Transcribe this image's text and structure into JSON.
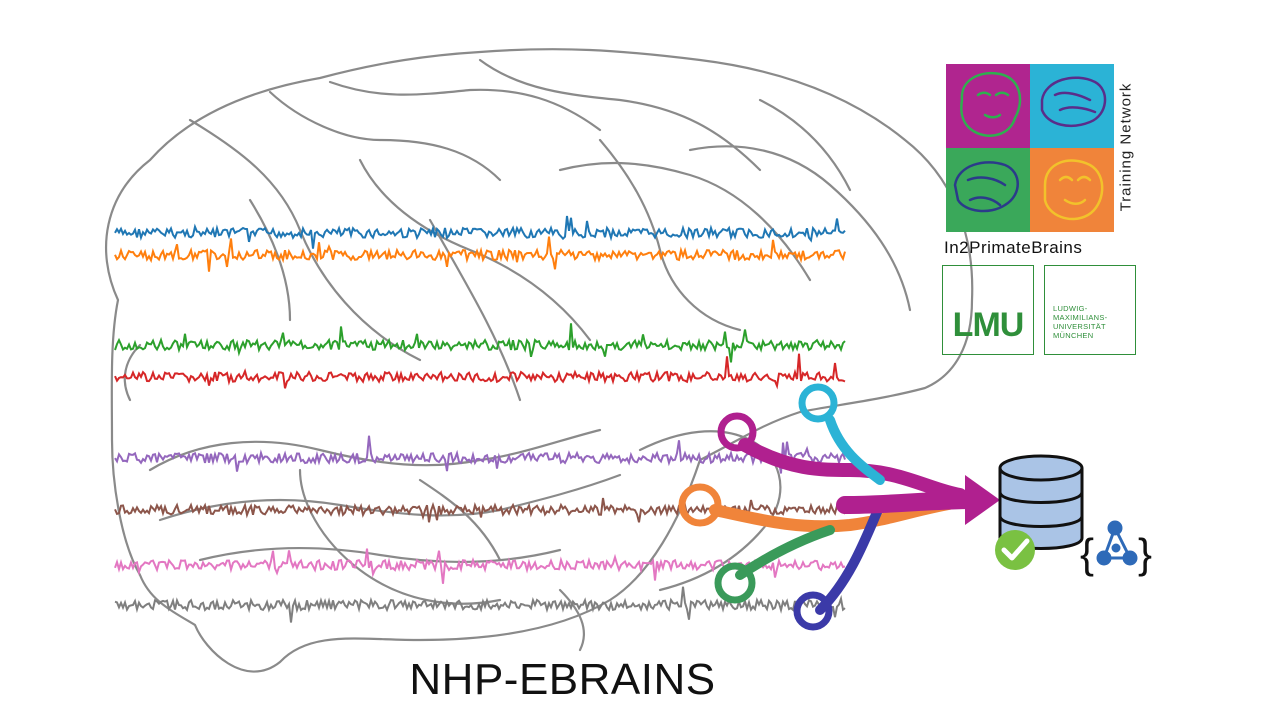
{
  "title": "NHP-EBRAINS",
  "network": {
    "vertical_label": "Training Network",
    "name": "In2PrimateBrains"
  },
  "lmu": {
    "logo_text": "LMU",
    "sub_lines": [
      "LUDWIG-",
      "MAXIMILIANS-",
      "UNIVERSITÄT",
      "MÜNCHEN"
    ]
  },
  "json_icon_text": "{ }",
  "colors": {
    "traces": [
      "#1f77b4",
      "#ff7f0e",
      "#2ca02c",
      "#d62728",
      "#9467bd",
      "#8c564b",
      "#e377c2",
      "#7f7f7f"
    ],
    "magenta": "#b0208f",
    "cyan": "#2bb3d6",
    "orange": "#f0843a",
    "green": "#3a9a5a",
    "indigo": "#3b3aa8",
    "lmu_green": "#2f8f3a",
    "database": "#aac4e6"
  }
}
